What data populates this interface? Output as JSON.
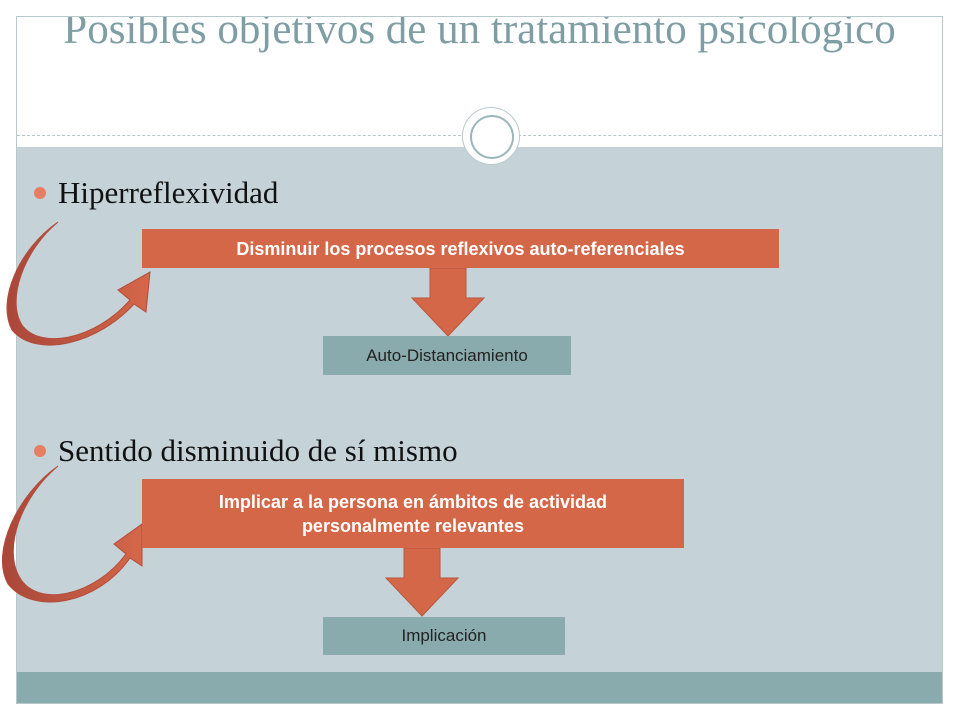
{
  "title": "Posibles objetivos de un tratamiento psicológico",
  "bullets": [
    {
      "text": "Hiperreflexividad"
    },
    {
      "text": "Sentido disminuido de sí mismo"
    }
  ],
  "boxes": {
    "goal1": "Disminuir los procesos reflexivos auto-referenciales",
    "result1": "Auto-Distanciamiento",
    "goal2": "Implicar a la persona en ámbitos de actividad personalmente relevantes",
    "result2": "Implicación"
  },
  "colors": {
    "accent": "#d56749",
    "teal": "#8aabad",
    "panel": "#c5d2d7",
    "title": "#7f9ea4"
  }
}
